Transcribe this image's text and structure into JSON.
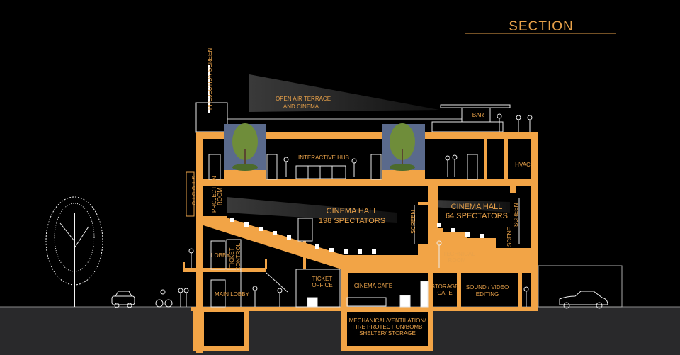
{
  "title": "SECTION",
  "colors": {
    "structure": "#f2a446",
    "background": "#000000",
    "ground": "#29292b",
    "planter": "#5a6a8c",
    "label": "#e9a24a"
  },
  "labels": {
    "projection_screen": "PROJECTION SCREEN",
    "terrace_1": "OPEN AIR TERRACE",
    "terrace_2": "AND CINEMA",
    "bar": "BAR",
    "interactive_hub": "INTERACTIVE HUB",
    "hvac": "HVAC",
    "studio": "STUDIO",
    "projection_room_1": "PROJECTION",
    "projection_room_2": "ROOM",
    "hall1_1": "CINEMA HALL",
    "hall1_2": "198 SPECTATORS",
    "screen1": "SCREEN",
    "hall2_1": "CINEMA HALL",
    "hall2_2": "64 SPECTATORS",
    "screen2": "SCREEN",
    "scene": "SCENE",
    "technical_1": "TECHNICAL",
    "technical_2": "ROOM",
    "lobby": "LOBBY",
    "ticket_control_1": "TICKET",
    "ticket_control_2": "CONTROL",
    "main_lobby": "MAIN LOBBY",
    "ticket_office_1": "TICKET",
    "ticket_office_2": "OFFICE",
    "cinema_cafe": "CINEMA CAFE",
    "storage_cafe_1": "STORAGE",
    "storage_cafe_2": "CAFE",
    "sound_1": "SOUND / VIDEO",
    "sound_2": "EDITING",
    "basement_1": "MECHANICAL/VENTILATION/",
    "basement_2": "FIRE PROTECTION/BOMB",
    "basement_3": "SHELTER/ STORAGE"
  }
}
